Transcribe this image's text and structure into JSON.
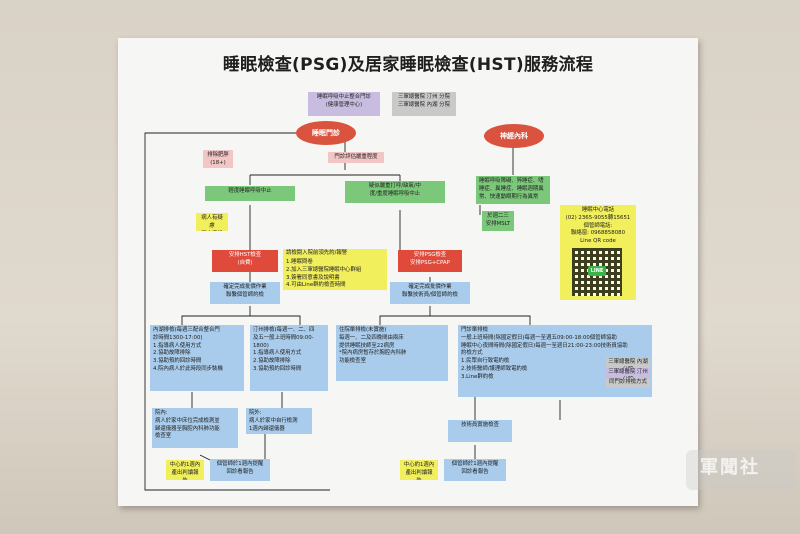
{
  "title": "睡眠檢查(PSG)及居家睡眠檢查(HST)服務流程",
  "legend": {
    "left": "睡眠呼吸中止整合門診\n(健康管理中心)",
    "right": "三軍總醫院 汀州 分院\n三軍總醫院 內湖 分院"
  },
  "nodes": {
    "sleep_clinic": "睡眠門診",
    "neuro": "神經內科",
    "exclude": "排除肥胖\n(18+)",
    "clinic_eval": "門診評估嚴重程度",
    "mild": "輕度睡眠呼吸中止",
    "moderate": "疑似嚴重打呼/缺氧/中\n度/重度睡眠呼吸中止",
    "neuro_detail": "睡眠呼吸障礙、猝睡症、嗜\n睡症、異睡症、睡眠週期異\n常、快速動眼期行為異常",
    "msl": "於週二三\n安排MSLT",
    "copay": "病人有疑慮\n可自費操作",
    "hst_book": "安排HST檢查\n(自費)",
    "psg_book": "安排PSG檢查\n安排PSG+CPAP",
    "psg_notes": "請檢閱入院前須先約/報警",
    "notes_list": "1.睡眠問卷\n2.加入三軍總醫院睡眠中心群組\n3.簽署同意書及說明書\n4.可由Line群約檢查時間",
    "hst_confirm": "確定完成批價作業\n聯繫個管師約檢",
    "psg_confirm": "確定完成批價作業\n聯繫技術員/個管師約檢",
    "neihu": "內湖排檢(每週三配合整合門\n診時間1300-17:00)\n1.指導病人使用方式\n2.協助故障排除\n3.協助預約回診時間\n4.院內病人於此時段同步裝機",
    "tingzhou": "汀州排檢(每週一、二、四\n及五一般上班時間09:00-\n1800)\n1.指導病人使用方式\n2.協助故障排除\n3.協助預約回診時間",
    "inpatient": "住院單排檢(未實施)\n每週一、二及四晚間由兩床\n提供睡眠技師至22病房\n*院內病房暫存於胸腔內科肺\n功能檢查室",
    "outpatient": "門診單排檢\n一般上班時間(除國定假日)每週一至週五09:00-18:00個管師協助\n睡眠中心夜間時間(除國定假日)每週一至週日21:00-23:00技術員協助\n約檢方式\n1.民眾自行致電約檢\n2.技術醫師/護理師致電約檢\n3.Line群約檢",
    "branch1": "三軍總醫院 內湖 分院",
    "branch2": "三軍總醫院 汀州 分院",
    "branch3": "同門診排檢方式",
    "in_hospital": "院內:\n病人於家中床位完成檢測並\n歸還儀器至胸腔內科肺功能\n檢查室",
    "out_hospital": "院外:\n病人於家中自行檢測\n1週內歸還儀器",
    "tech_check": "技術員實施檢查",
    "report_a": "中心約1週內\n產出判讀報告",
    "report_b": "個管師於1週內提醒\n回診看報告",
    "report_c": "中心約1週內\n產出判讀報告",
    "report_d": "個管師於1週內提醒\n回診看報告",
    "contact": "睡眠中心電話\n(02) 2365-9055轉15651\n個管師電話:\n聯絡窗: 0968858080\nLine QR code",
    "qr_label": "LINE"
  },
  "watermark": "軍聞社",
  "colors": {
    "red": "#e04a3b",
    "oval": "#d9533f",
    "green": "#7bc87a",
    "blue": "#6aa6d6",
    "lightblue": "#a9ccec",
    "lavender": "#c8bde0",
    "yellow": "#f2ef5c",
    "pink": "#f3c6c6",
    "gray": "#c9c9c9",
    "line": "#222222"
  }
}
